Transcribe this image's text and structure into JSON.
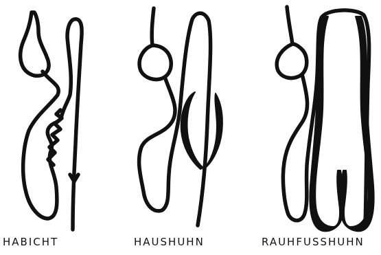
{
  "figure": {
    "labels": {
      "habicht": "HABICHT",
      "haushuhn": "HAUSHUHN",
      "rauhfusshuhn": "RAUHFUSSHUHN"
    },
    "colors": {
      "ink": "#111111",
      "fill": "#ffffff"
    }
  }
}
